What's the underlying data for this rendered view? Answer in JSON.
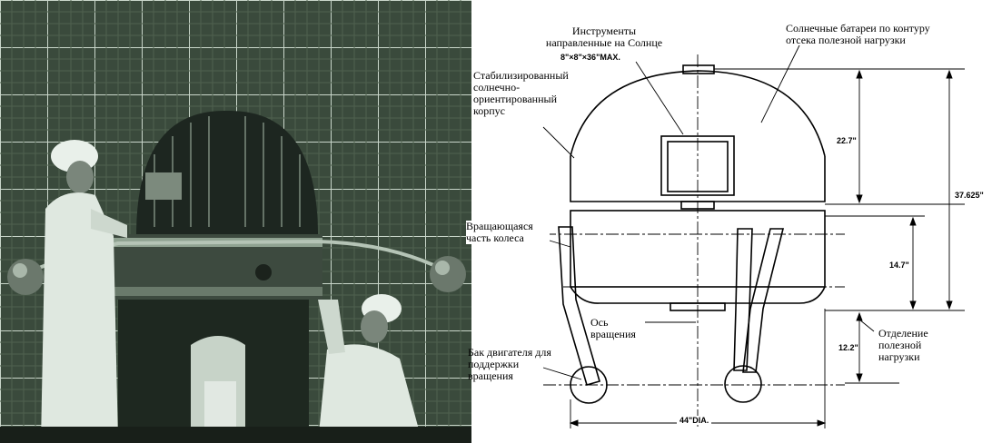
{
  "photo": {
    "alt": ""
  },
  "labels": {
    "instruments": "Инструменты направленные на Солнце",
    "instrument_size": "8\"×8\"×36\"MAX.",
    "solar_panels": "Солнечные батареи по контуру отсека полезной нагрузки",
    "stabilized_body": "Стабилизированный солнечно-ориентированный корпус",
    "rotating_wheel": "Вращающаяся часть колеса",
    "axis": "Ось вращения",
    "tank": "Бак двигателя для поддержки вращения",
    "separation": "Отделение полезной нагрузки"
  },
  "dimensions": {
    "upper_height": "22.7\"",
    "total_height": "37.625\"",
    "wheel_height": "14.7\"",
    "lower_height": "12.2\"",
    "diameter": "44\"DIA."
  },
  "colors": {
    "photo_tint": "#9fb5a2",
    "line": "#000000"
  }
}
